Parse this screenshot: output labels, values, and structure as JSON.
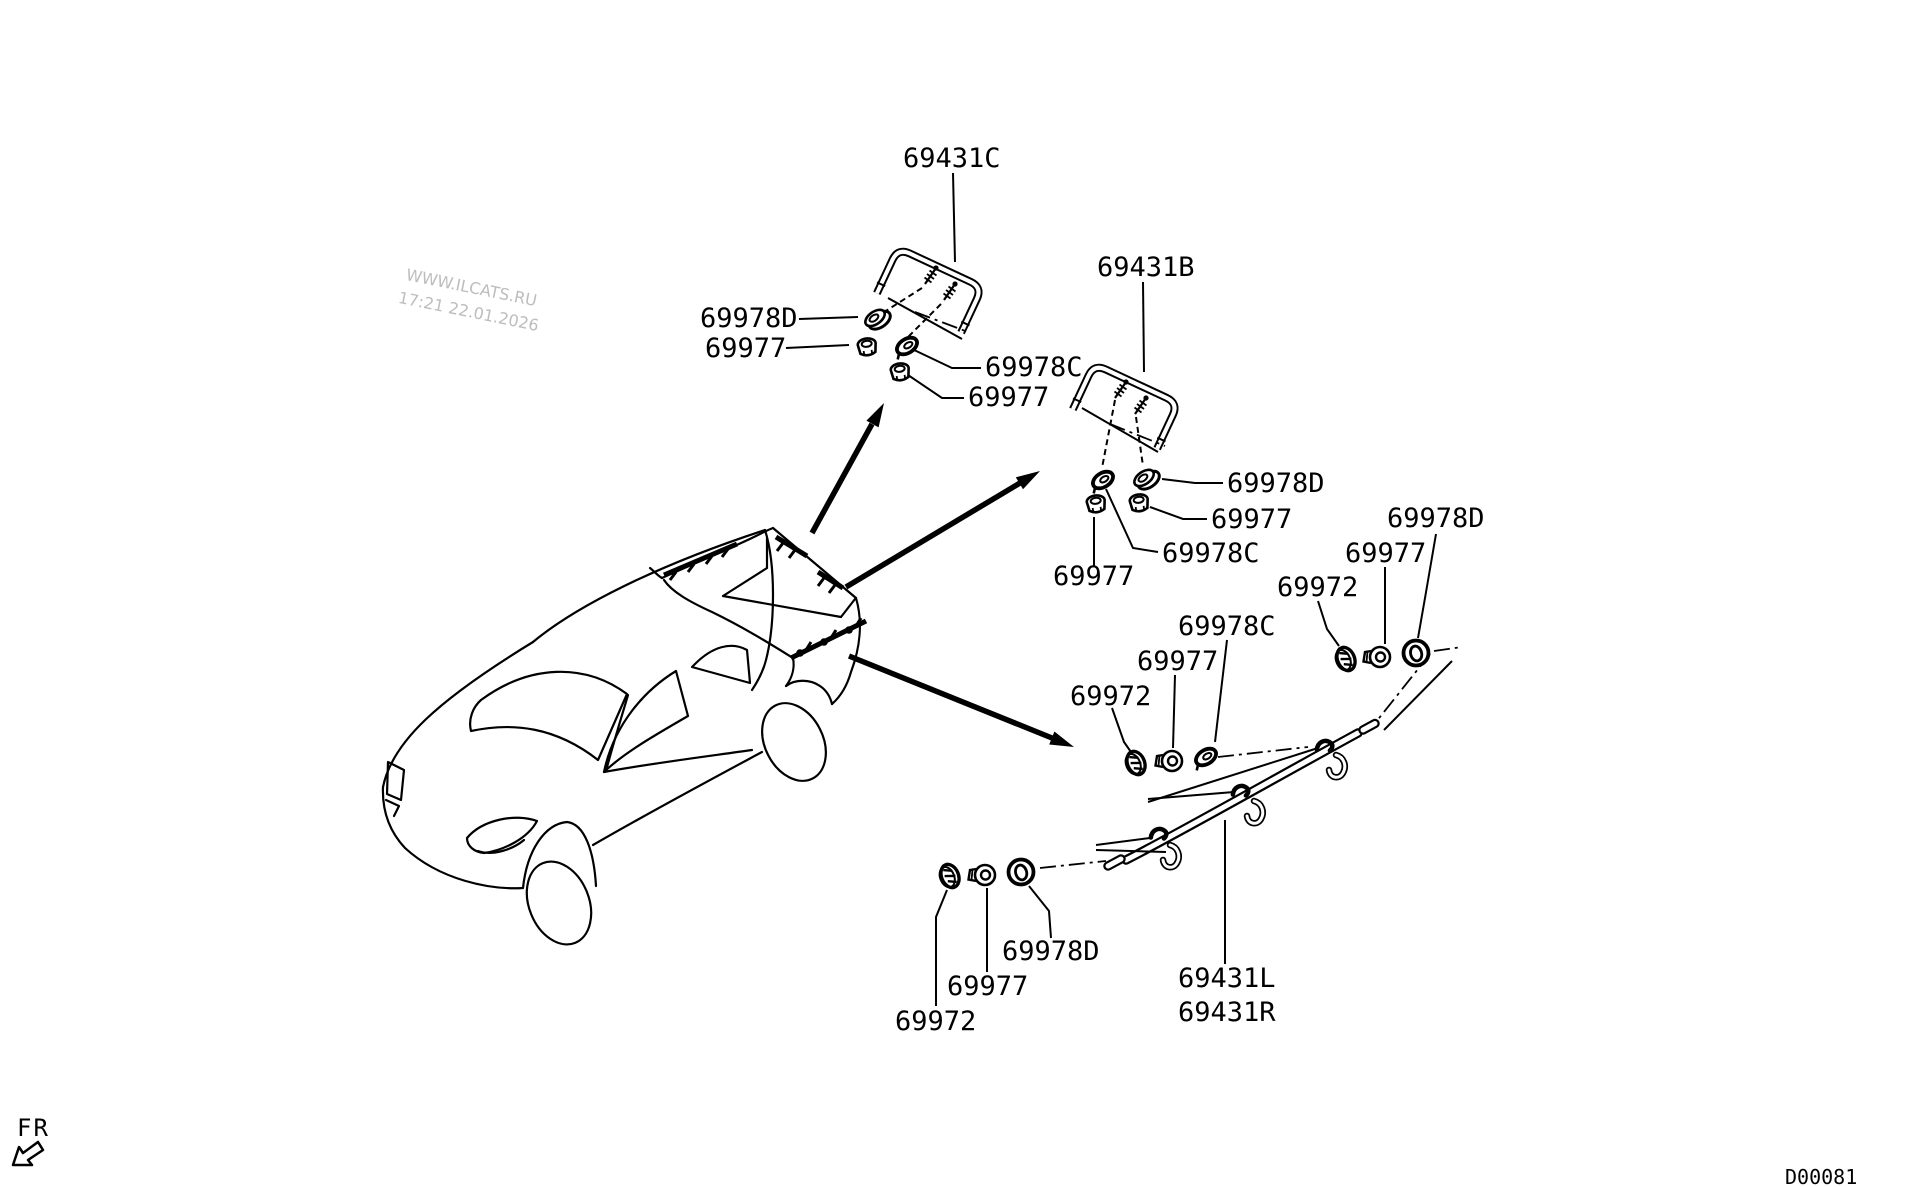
{
  "page": {
    "background_color": "#ffffff",
    "line_color": "#000000",
    "watermark_color": "#bdbdbd"
  },
  "watermark": {
    "line1": "WWW.ILCATS.RU",
    "line2": "17:21 22.01.2026"
  },
  "footer": {
    "drawing_code": "D00081",
    "direction_label": "FR"
  },
  "part_labels": [
    {
      "id": "bracket-c-title",
      "text": "69431C"
    },
    {
      "id": "bracket-b-title",
      "text": "69431B"
    },
    {
      "id": "c-grommet-69978d",
      "text": "69978D"
    },
    {
      "id": "c-nut-69977-a",
      "text": "69977"
    },
    {
      "id": "c-clip-69978c",
      "text": "69978C"
    },
    {
      "id": "c-nut-69977-b",
      "text": "69977"
    },
    {
      "id": "b-grommet-69978d",
      "text": "69978D"
    },
    {
      "id": "b-nut-69977-b",
      "text": "69977"
    },
    {
      "id": "b-clip-69978c",
      "text": "69978C"
    },
    {
      "id": "b-nut-69977-a",
      "text": "69977"
    },
    {
      "id": "right-ring-69978d",
      "text": "69978D"
    },
    {
      "id": "right-nut-69977",
      "text": "69977"
    },
    {
      "id": "right-plug-69972",
      "text": "69972"
    },
    {
      "id": "mid-clip-69978c",
      "text": "69978C"
    },
    {
      "id": "mid-nut-69977",
      "text": "69977"
    },
    {
      "id": "mid-plug-69972",
      "text": "69972"
    },
    {
      "id": "bottom-ring-69978d",
      "text": "69978D"
    },
    {
      "id": "bottom-nut-69977",
      "text": "69977"
    },
    {
      "id": "bottom-plug-69972",
      "text": "69972"
    },
    {
      "id": "rail-left-title",
      "text": "69431L"
    },
    {
      "id": "rail-right-title",
      "text": "69431R"
    }
  ]
}
